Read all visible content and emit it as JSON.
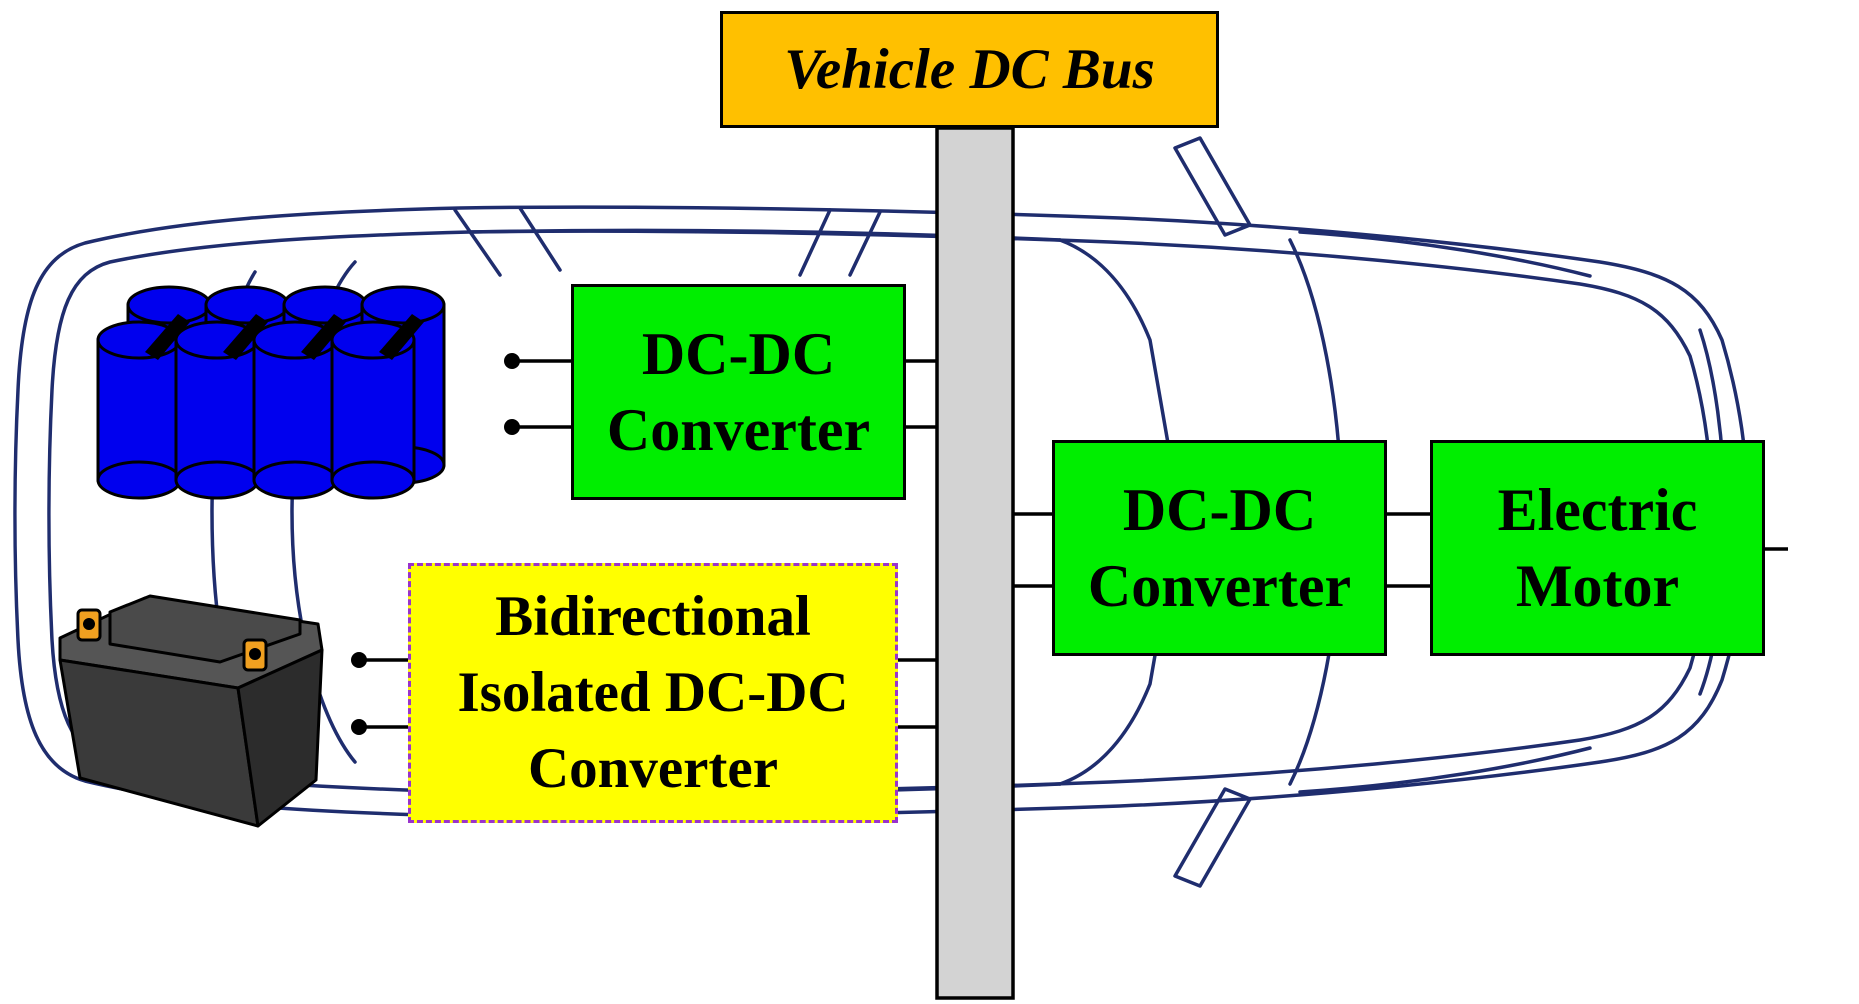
{
  "diagram": {
    "bus_label": "Vehicle DC Bus",
    "top_converter": {
      "line1": "DC-DC",
      "line2": "Converter"
    },
    "middle_converter": {
      "line1": "DC-DC",
      "line2": "Converter"
    },
    "motor": {
      "line1": "Electric",
      "line2": "Motor"
    },
    "bidirectional_converter": {
      "line1": "Bidirectional",
      "line2": "Isolated DC-DC",
      "line3": "Converter"
    }
  },
  "colors": {
    "bus_label_fill": "#ffc000",
    "bus_bar_fill": "#d3d3d3",
    "converter_fill": "#00ee00",
    "bidirectional_fill": "#ffff00",
    "bidirectional_border": "#9933cc",
    "car_outline": "#1f2d6e",
    "supercap_fill": "#0000ee",
    "battery_fill": "#3a3a3a",
    "battery_terminal": "#f0a020"
  },
  "icons": [
    "car-outline-icon",
    "supercapacitor-bank-icon",
    "battery-icon"
  ]
}
